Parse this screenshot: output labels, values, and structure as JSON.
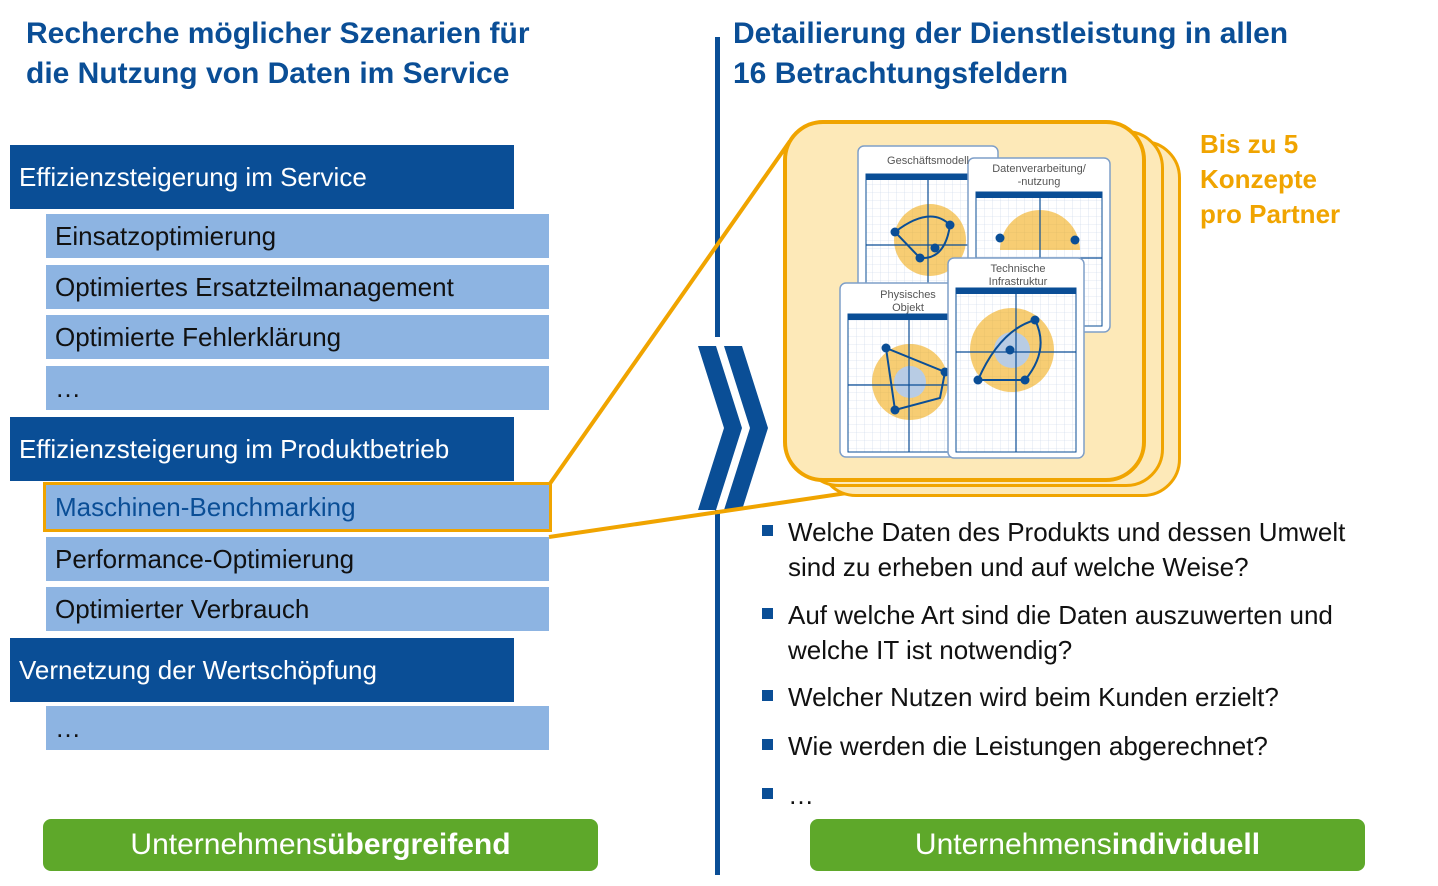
{
  "left": {
    "heading_line1": "Recherche möglicher Szenarien für",
    "heading_line2": "die Nutzung von Daten im Service",
    "categories": [
      {
        "label": "Effizienzsteigerung im Service",
        "items": [
          "Einsatzoptimierung",
          "Optimiertes Ersatzteilmanagement",
          "Optimierte Fehlerklärung",
          "…"
        ]
      },
      {
        "label": "Effizienzsteigerung im Produktbetrieb",
        "items": [
          "Maschinen-Benchmarking",
          "Performance-Optimierung",
          "Optimierter Verbrauch"
        ]
      },
      {
        "label": "Vernetzung der Wertschöpfung",
        "items": [
          "…"
        ]
      }
    ],
    "footer_regular": "Unternehmens",
    "footer_bold": "übergreifend"
  },
  "right": {
    "heading_line1": "Detailierung der Dienstleistung in allen",
    "heading_line2": "16 Betrachtungsfeldern",
    "concept_note": [
      "Bis zu 5",
      "Konzepte",
      "pro Partner"
    ],
    "cards": {
      "geschaeft": "Geschäftsmodell",
      "daten_l1": "Datenverarbeitung/",
      "daten_l2": "-nutzung",
      "physisch_l1": "Physisches",
      "physisch_l2": "Objekt",
      "technisch_l1": "Technische",
      "technisch_l2": "Infrastruktur"
    },
    "questions": [
      [
        "Welche Daten des Produkts und dessen Umwelt",
        "sind zu erheben und auf welche Weise?"
      ],
      [
        "Auf welche Art sind die Daten auszuwerten und",
        "welche IT ist notwendig?"
      ],
      [
        "Welcher Nutzen wird beim Kunden erzielt?"
      ],
      [
        "Wie werden die Leistungen abgerechnet?"
      ],
      [
        "…"
      ]
    ],
    "footer_regular": "Unternehmens",
    "footer_bold": "individuell"
  },
  "colors": {
    "blue": "#0a4e96",
    "light_blue": "#8db4e2",
    "orange": "#f0a400",
    "cream": "#fde9b8",
    "green": "#5ea82a"
  }
}
